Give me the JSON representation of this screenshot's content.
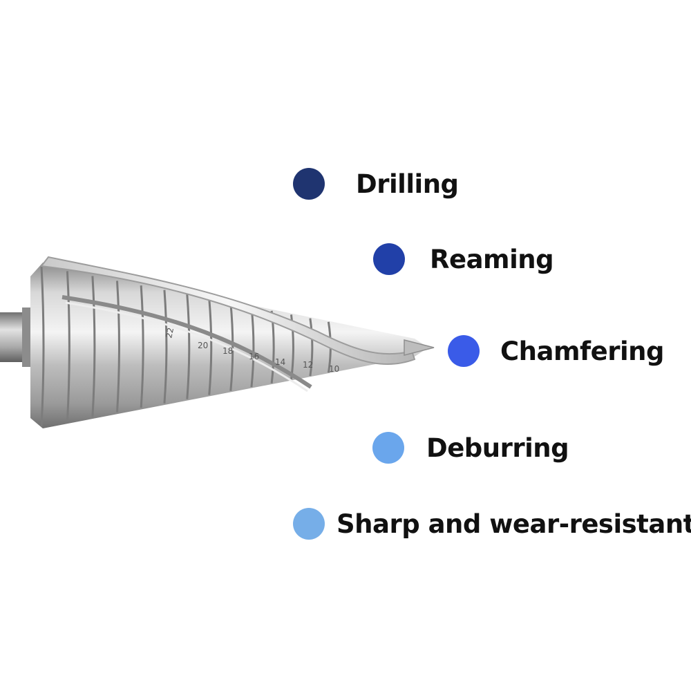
{
  "features": [
    {
      "label": "Drilling",
      "color": "#1f3470"
    },
    {
      "label": "Reaming",
      "color": "#2140a8"
    },
    {
      "label": "Chamfering",
      "color": "#3a5be8"
    },
    {
      "label": "Deburring",
      "color": "#6aa6ec"
    },
    {
      "label": "Sharp and wear-resistant",
      "color": "#76aee8"
    }
  ],
  "drill_markings": [
    "22",
    "20",
    "18",
    "16",
    "14",
    "12",
    "10"
  ],
  "colors": {
    "background": "#ffffff",
    "steel_light": "#e6e6e6",
    "steel_dark": "#8e8e8e"
  }
}
